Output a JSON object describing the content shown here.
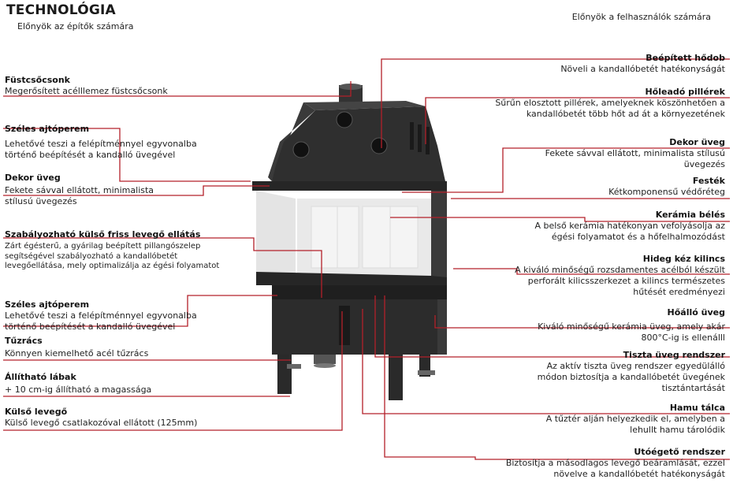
{
  "header": {
    "title": "TECHNOLÓGIA",
    "left_subtitle": "Előnyök az építők számára",
    "right_subtitle": "Előnyök a felhasználók számára"
  },
  "left_labels": [
    {
      "title": "Füstcsőcsonk",
      "desc": "Megerősített acélllemez füstcsőcsonk"
    },
    {
      "title": "Széles ajtóperem",
      "desc": "Lehetővé teszi a felépítménnyel egyvonalba történő beépítését a kandalló üvegével"
    },
    {
      "title": "Dekor üveg",
      "desc": "Fekete sávval ellátott, minimalista stílusú üvegezés"
    },
    {
      "title": "Szabályozható külső friss levegő ellátás",
      "desc": "Zárt égésterű, a gyárilag beépített pillangószelep segítségével szabályozható a kandallóbetét levegőellátása, mely optimalizálja az égési folyamatot"
    },
    {
      "title": "Széles ajtóperem",
      "desc": "Lehetővé teszi a felépítménnyel egyvonalba történő beépítését a kandalló üvegével"
    },
    {
      "title": "Tűzrács",
      "desc": "Könnyen kiemelhető acél tűzrács"
    },
    {
      "title": "Állítható lábak",
      "desc": "+ 10 cm-ig állítható a magassága"
    },
    {
      "title": "Külső levegő",
      "desc": "Külső levegő csatlakozóval ellátott (125mm)"
    }
  ],
  "right_labels": [
    {
      "title": "Beépített hődob",
      "desc": "Növeli a kandallóbetét hatékonyságát"
    },
    {
      "title": "Hőleadó pillérek",
      "desc": "Sűrűn elosztott pillérek, amelyeknek köszönhetően a kandallóbetét több hőt ad át a környezetének"
    },
    {
      "title": "Dekor üveg",
      "desc": "Fekete sávval ellátott, minimalista stílusú üvegezés"
    },
    {
      "title": "Festék",
      "desc": "Kétkomponensű védőréteg"
    },
    {
      "title": "Kerámia bélés",
      "desc": "A belső kerámia hatékonyan vefolyásolja az égési folyamatot és a hőfelhalmozódást"
    },
    {
      "title": "Hideg kéz kilincs",
      "desc": "A kiváló minőségű rozsdamentes acélból készült perforált kilicsszerkezet a kilincs természetes hűtését eredményezi"
    },
    {
      "title": "Hőálló üveg",
      "desc": "Kiváló minőségű kerámia üveg, amely akár 800°C-ig is ellenálll"
    },
    {
      "title": "Tiszta üveg rendszer",
      "desc": "Az aktív tiszta üveg rendszer egyedülálló módon biztosítja a kandallóbetét üvegének tisztántartását"
    },
    {
      "title": "Hamu tálca",
      "desc": "A tűztér alján helyezkedik el, amelyben a lehullt hamu tárolódik"
    },
    {
      "title": "Utóégető rendszer",
      "desc": "Biztosítja a másodlagos levegő beáramlását, ezzel növelve a kandallóbetét hatékonyságát"
    }
  ],
  "colors": {
    "leader_line": "#b3202a",
    "body_dark": "#2e2e2e",
    "body_mid": "#3c3c3c",
    "ceramic": "#efefef"
  }
}
